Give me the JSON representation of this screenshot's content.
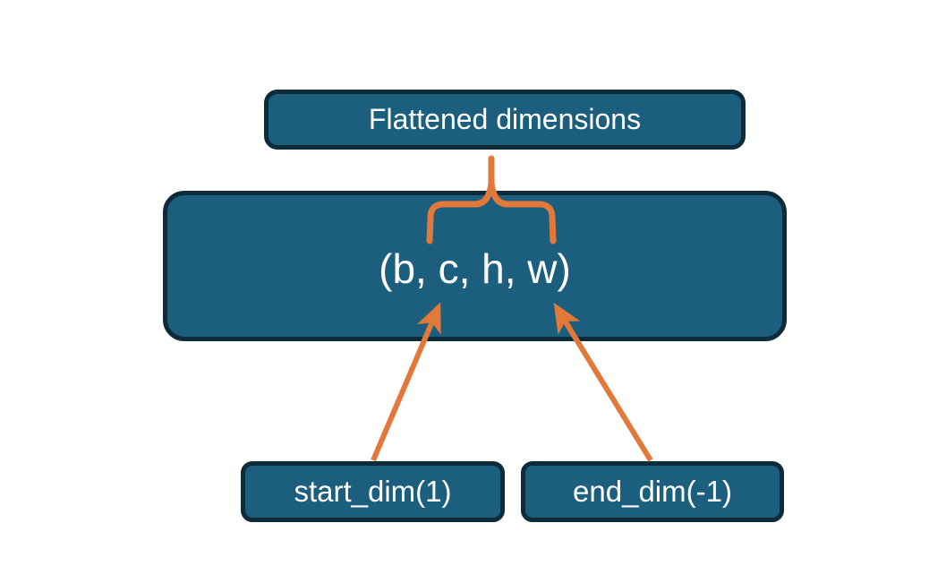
{
  "diagram": {
    "nodes": {
      "flattened": {
        "label": "Flattened dimensions"
      },
      "tensor": {
        "label": "(b, c, h, w)"
      },
      "start_dim": {
        "label": "start_dim(1)"
      },
      "end_dim": {
        "label": "end_dim(-1)"
      }
    },
    "connectors": {
      "brace_icon": "curly-over-brace",
      "brace_spans": "c, h, w",
      "start_arrow_icon": "up-right-arrow",
      "end_arrow_icon": "up-left-arrow"
    }
  },
  "colors": {
    "background": "#ffffff",
    "node_fill": "#1c5e7e",
    "node_border": "#0e2b3a",
    "connector_orange": "#e2783a",
    "text": "#ffffff"
  }
}
